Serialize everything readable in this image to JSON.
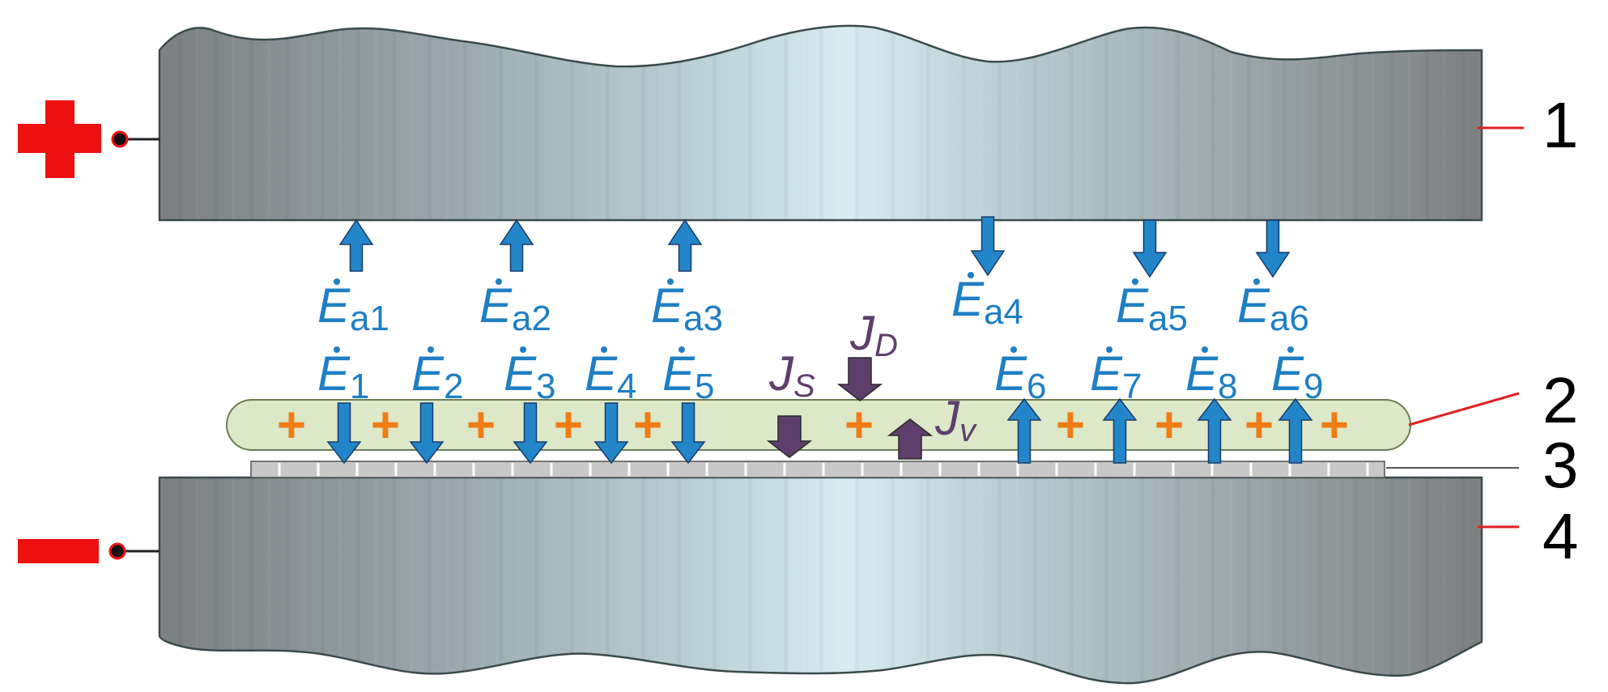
{
  "figure": {
    "callouts": [
      "1",
      "2",
      "3",
      "4"
    ],
    "polarity": {
      "top_electrode": "positive",
      "bottom_electrode": "negative"
    },
    "field_labels_gap": [
      {
        "label": "E",
        "sub": "a1",
        "direction": "up"
      },
      {
        "label": "E",
        "sub": "a2",
        "direction": "up"
      },
      {
        "label": "E",
        "sub": "a3",
        "direction": "up"
      },
      {
        "label": "E",
        "sub": "a4",
        "direction": "down"
      },
      {
        "label": "E",
        "sub": "a5",
        "direction": "down"
      },
      {
        "label": "E",
        "sub": "a6",
        "direction": "down"
      }
    ],
    "field_labels_layer": [
      {
        "label": "E",
        "sub": "1",
        "direction": "down"
      },
      {
        "label": "E",
        "sub": "2",
        "direction": "down"
      },
      {
        "label": "E",
        "sub": "3",
        "direction": "down"
      },
      {
        "label": "E",
        "sub": "4",
        "direction": "down"
      },
      {
        "label": "E",
        "sub": "5",
        "direction": "down"
      },
      {
        "label": "E",
        "sub": "6",
        "direction": "up"
      },
      {
        "label": "E",
        "sub": "7",
        "direction": "up"
      },
      {
        "label": "E",
        "sub": "8",
        "direction": "up"
      },
      {
        "label": "E",
        "sub": "9",
        "direction": "up"
      }
    ],
    "currents": [
      {
        "label": "J",
        "sub": "S",
        "direction": "down"
      },
      {
        "label": "J",
        "sub": "D",
        "direction": "down"
      },
      {
        "label": "J",
        "sub": "v",
        "direction": "up"
      }
    ],
    "charge_symbol": "+",
    "colors": {
      "field_arrow": "#2386c8",
      "field_text": "#1f7fc4",
      "current_arrow": "#5e3f6c",
      "charge": "#f07c14",
      "polarity": "#ee1111",
      "layer_fill": "#dce8c8",
      "leader": "#e02020"
    }
  }
}
